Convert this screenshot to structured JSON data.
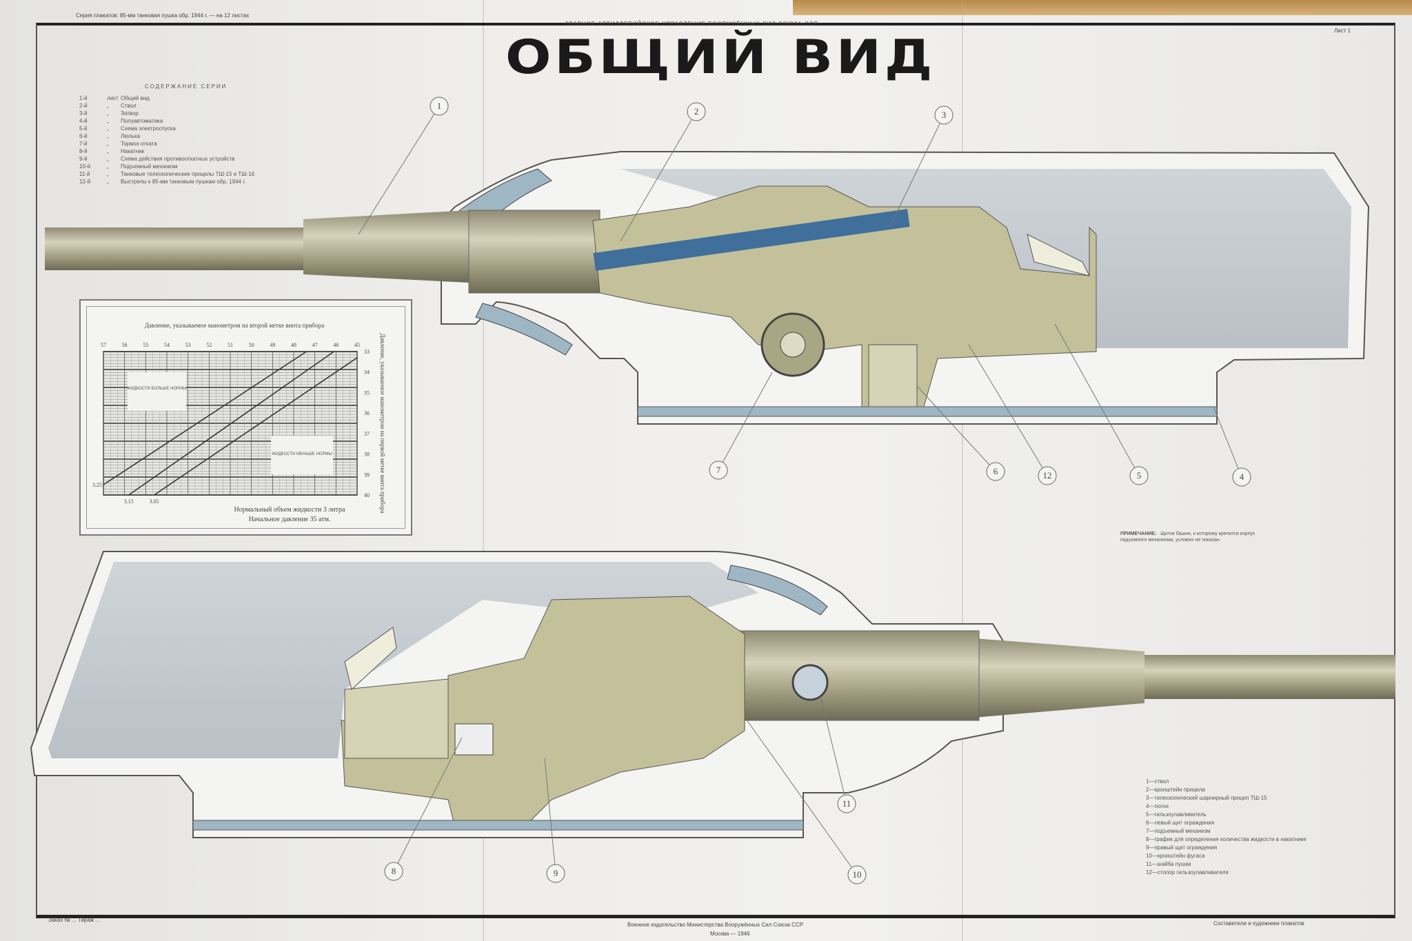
{
  "header": {
    "series_line": "Серия плакатов: 85-мм танковая пушка обр. 1944 г. — на 12 листах",
    "org": "ГЛАВНОЕ АРТИЛЛЕРИЙСКОЕ УПРАВЛЕНИЕ ВООРУЖЁННЫХ СИЛ СОЮЗА ССР",
    "sheet": "Лист 1",
    "title": "ОБЩИЙ ВИД"
  },
  "contents": {
    "heading": "СОДЕРЖАНИЕ СЕРИИ",
    "items": [
      {
        "n": "1-й",
        "d": "лист",
        "t": "Общий вид"
      },
      {
        "n": "2-й",
        "d": "„",
        "t": "Ствол"
      },
      {
        "n": "3-й",
        "d": "„",
        "t": "Затвор"
      },
      {
        "n": "4-й",
        "d": "„",
        "t": "Полуавтоматика"
      },
      {
        "n": "5-й",
        "d": "„",
        "t": "Схема электроспуска"
      },
      {
        "n": "6-й",
        "d": "„",
        "t": "Люлька"
      },
      {
        "n": "7-й",
        "d": "„",
        "t": "Тормоз отката"
      },
      {
        "n": "8-й",
        "d": "„",
        "t": "Накатник"
      },
      {
        "n": "9-й",
        "d": "„",
        "t": "Схема действия противооткатных устройств"
      },
      {
        "n": "10-й",
        "d": "„",
        "t": "Подъемный механизм"
      },
      {
        "n": "11-й",
        "d": "„",
        "t": "Танковые телескопические прицелы ТШ-15 и ТШ-16"
      },
      {
        "n": "12-й",
        "d": "„",
        "t": "Выстрелы к 85-мм танковым пушкам обр. 1944 г."
      }
    ]
  },
  "callouts": [
    "1",
    "2",
    "3",
    "4",
    "5",
    "6",
    "7",
    "8",
    "9",
    "10",
    "11",
    "12"
  ],
  "note": {
    "label": "ПРИМЕЧАНИЕ:",
    "text": "Щиток башни, к которому крепится корпус подъемного механизма, условно не показан."
  },
  "legend": [
    "1—ствол",
    "2—кронштейн прицела",
    "3—телескопический шарнирный прицел ТШ-15",
    "4—погон",
    "5—гильзоулавливатель",
    "6—левый щит ограждения",
    "7—подъемный механизм",
    "8—график для определения количества жидкости в накатнике",
    "9—правый щит ограждения",
    "10—кронштейн фугаса",
    "11—шайба пушки",
    "12—стопор гильзоулавливателя"
  ],
  "footer": {
    "left": "Заказ № ... Тираж ...",
    "center_1": "Военное издательство Министерства Вооружённых Сил Союза ССР",
    "center_2": "Москва — 1946",
    "right": "Составители и художники плакатов"
  },
  "chart_data": {
    "type": "line",
    "title": "Давление, указываемое манометром на второй метке винта прибора",
    "top_ticks": [
      "57",
      "56",
      "55",
      "54",
      "53",
      "52",
      "51",
      "50",
      "49",
      "48",
      "47",
      "46",
      "45"
    ],
    "right_ticks": [
      "33",
      "34",
      "35",
      "36",
      "37",
      "38",
      "39",
      "40"
    ],
    "right_label": "Давление, указываемое манометром на первой метке винта прибора",
    "xlim": [
      57,
      45
    ],
    "ylim": [
      33,
      40
    ],
    "region_upper": "ЖИДКОСТИ БОЛЬШЕ НОРМЫ",
    "region_lower": "ЖИДКОСТИ МЕНЬШЕ НОРМЫ",
    "xlabel": "Нормальный объем жидкости 3 литра",
    "xlabel2": "Начальное давление 35 атм.",
    "series": [
      {
        "name": "3.25",
        "points": [
          [
            57,
            39.5
          ],
          [
            47.4,
            33
          ]
        ]
      },
      {
        "name": "3.15",
        "points": [
          [
            55.8,
            40
          ],
          [
            46.1,
            33
          ]
        ]
      },
      {
        "name": "3.05",
        "points": [
          [
            54.6,
            40
          ],
          [
            45,
            33.3
          ]
        ]
      }
    ]
  }
}
